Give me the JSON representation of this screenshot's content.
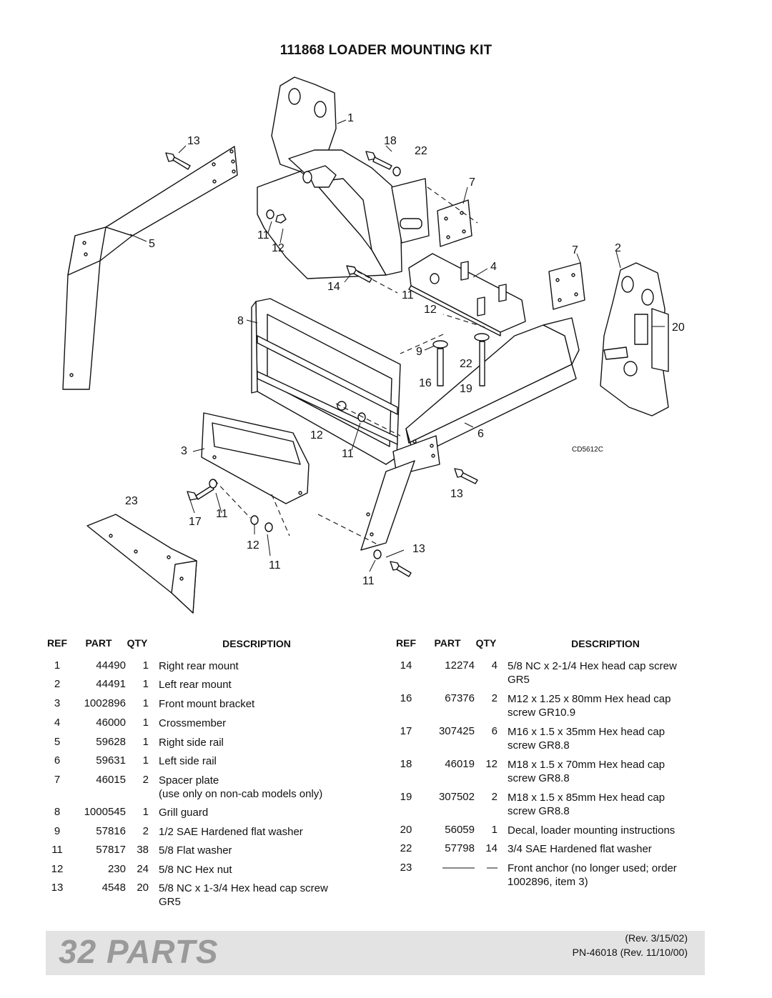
{
  "title": "111868 LOADER MOUNTING KIT",
  "diagram": {
    "figure_code": "CD5612C",
    "callouts": [
      "1",
      "13",
      "18",
      "22",
      "7",
      "5",
      "11",
      "12",
      "7",
      "2",
      "4",
      "14",
      "11",
      "12",
      "20",
      "8",
      "9",
      "22",
      "16",
      "19",
      "6",
      "12",
      "3",
      "11",
      "13",
      "23",
      "17",
      "11",
      "12",
      "13",
      "11",
      "11"
    ]
  },
  "table": {
    "headers": {
      "ref": "REF",
      "part": "PART",
      "qty": "QTY",
      "description": "DESCRIPTION"
    },
    "left": [
      {
        "ref": "1",
        "part": "44490",
        "qty": "1",
        "description": "Right rear mount"
      },
      {
        "ref": "2",
        "part": "44491",
        "qty": "1",
        "description": "Left rear mount"
      },
      {
        "ref": "3",
        "part": "1002896",
        "qty": "1",
        "description": "Front mount bracket"
      },
      {
        "ref": "4",
        "part": "46000",
        "qty": "1",
        "description": "Crossmember"
      },
      {
        "ref": "5",
        "part": "59628",
        "qty": "1",
        "description": "Right side rail"
      },
      {
        "ref": "6",
        "part": "59631",
        "qty": "1",
        "description": "Left side rail"
      },
      {
        "ref": "7",
        "part": "46015",
        "qty": "2",
        "description": "Spacer plate",
        "note": "(use only on non-cab models only)"
      },
      {
        "ref": "8",
        "part": "1000545",
        "qty": "1",
        "description": "Grill guard"
      },
      {
        "ref": "9",
        "part": "57816",
        "qty": "2",
        "description": "1/2 SAE Hardened flat washer"
      },
      {
        "ref": "11",
        "part": "57817",
        "qty": "38",
        "description": "5/8 Flat washer"
      },
      {
        "ref": "12",
        "part": "230",
        "qty": "24",
        "description": "5/8 NC Hex nut"
      },
      {
        "ref": "13",
        "part": "4548",
        "qty": "20",
        "description": "5/8 NC x 1-3/4 Hex head cap screw",
        "note": "GR5"
      }
    ],
    "right": [
      {
        "ref": "14",
        "part": "12274",
        "qty": "4",
        "description": "5/8 NC x 2-1/4 Hex head cap screw",
        "note": "GR5"
      },
      {
        "ref": "16",
        "part": "67376",
        "qty": "2",
        "description": "M12 x 1.25 x 80mm Hex head cap",
        "note": "screw GR10.9"
      },
      {
        "ref": "17",
        "part": "307425",
        "qty": "6",
        "description": "M16 x 1.5 x 35mm Hex head cap",
        "note": "screw GR8.8"
      },
      {
        "ref": "18",
        "part": "46019",
        "qty": "12",
        "description": "M18 x 1.5 x 70mm Hex head cap",
        "note": "screw GR8.8"
      },
      {
        "ref": "19",
        "part": "307502",
        "qty": "2",
        "description": "M18 x 1.5 x 85mm Hex head cap",
        "note": "screw GR8.8"
      },
      {
        "ref": "20",
        "part": "56059",
        "qty": "1",
        "description": "Decal, loader mounting instructions"
      },
      {
        "ref": "22",
        "part": "57798",
        "qty": "14",
        "description": "3/4 SAE Hardened flat washer"
      },
      {
        "ref": "23",
        "part": "———",
        "qty": "—",
        "description": "Front anchor (no longer used; order",
        "note": "1002896, item 3)"
      }
    ]
  },
  "footer": {
    "page_title": "32 PARTS",
    "rev": "(Rev. 3/15/02)",
    "pn": "PN-46018 (Rev. 11/10/00)"
  }
}
